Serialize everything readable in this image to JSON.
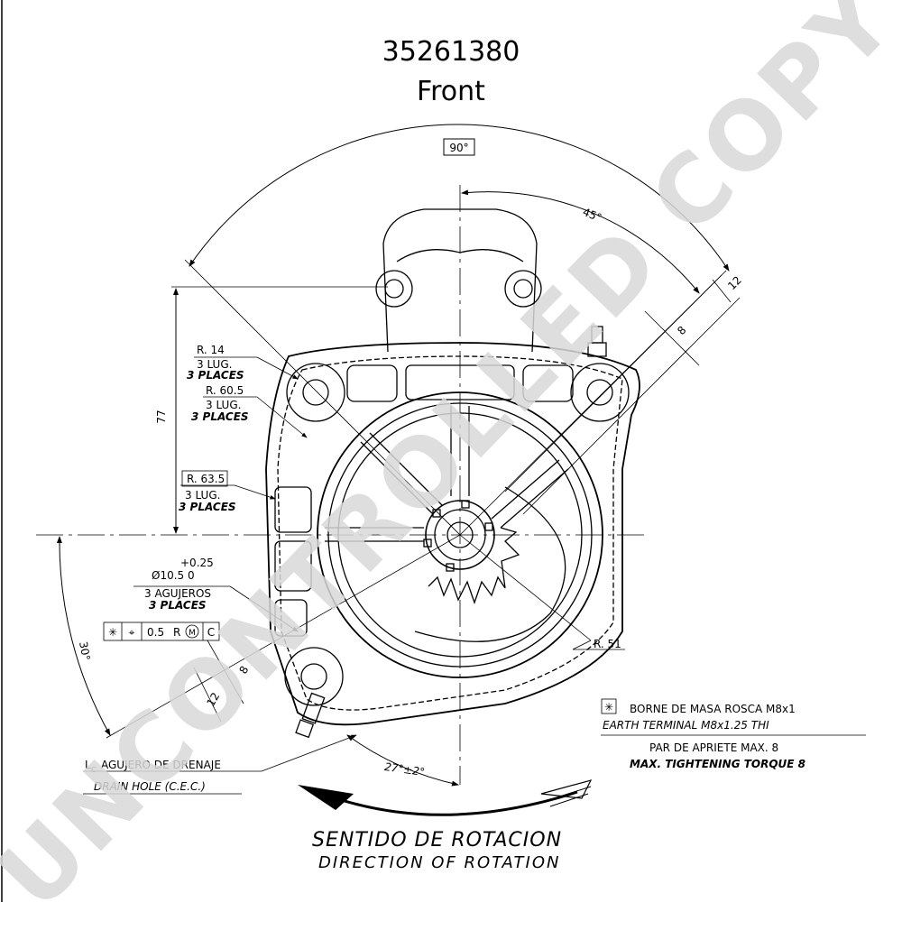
{
  "header": {
    "part_number": "35261380",
    "view": "Front"
  },
  "watermark": "UNCONTROLLED COPY",
  "dimensions": {
    "angle_top": "90°",
    "angle_45": "45°",
    "dim_12_top": "12",
    "dim_8_top": "8",
    "height_77": "77",
    "angle_30": "30°",
    "dim_8_bottom": "8",
    "dim_12_bottom": "12",
    "angle_27": "27°±2°"
  },
  "notes": {
    "r14": {
      "radius": "R. 14",
      "lug": "3 LUG.",
      "places": "3 PLACES"
    },
    "r605": {
      "radius": "R. 60.5",
      "lug": "3 LUG.",
      "places": "3 PLACES"
    },
    "r635": {
      "radius": "R. 63.5",
      "lug": "3 LUG.",
      "places": "3 PLACES"
    },
    "hole": {
      "tol": "+0.25",
      "dia": "Ø10.5  0",
      "agujeros": "3 AGUJEROS",
      "places": "3 PLACES"
    },
    "fcf": {
      "sym": "✳",
      "pos": "⌖",
      "tol": "0.5",
      "r": "R",
      "m": "M",
      "c": "C"
    },
    "r51": "R. 51",
    "drain_es": "AGUJERO DE DRENAJE",
    "drain_en": "DRAIN HOLE (C.E.C.)",
    "cl": "L",
    "cl_sub": "C"
  },
  "earth": {
    "sym": "✳",
    "line1": "BORNE DE MASA ROSCA M8x1",
    "line2": "EARTH TERMINAL M8x1.25 THI",
    "line3": "PAR DE APRIETE MAX. 8",
    "line4": "MAX. TIGHTENING TORQUE 8"
  },
  "rotation": {
    "es": "SENTIDO DE ROTACION",
    "en": "DIRECTION OF ROTATION"
  }
}
